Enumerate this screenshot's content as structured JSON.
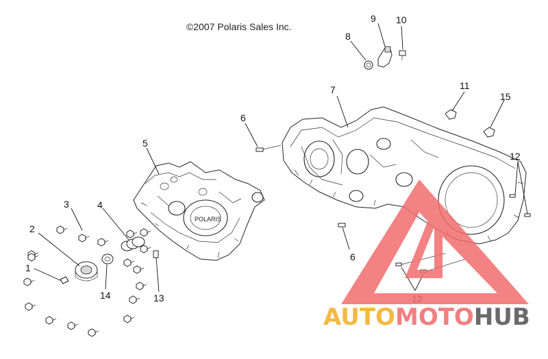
{
  "copyright": "©2007 Polaris Sales Inc.",
  "watermark": {
    "auto": "AUTO",
    "moto": "MOTO",
    "hub": "HUB",
    "colors": {
      "auto": "#f4b942",
      "moto": "#f08080",
      "hub": "#6b6b6b",
      "triangle": "#f26d6d"
    }
  },
  "callouts": [
    "1",
    "2",
    "3",
    "4",
    "5",
    "6",
    "6",
    "7",
    "8",
    "9",
    "10",
    "11",
    "12",
    "12",
    "13",
    "14",
    "15"
  ]
}
